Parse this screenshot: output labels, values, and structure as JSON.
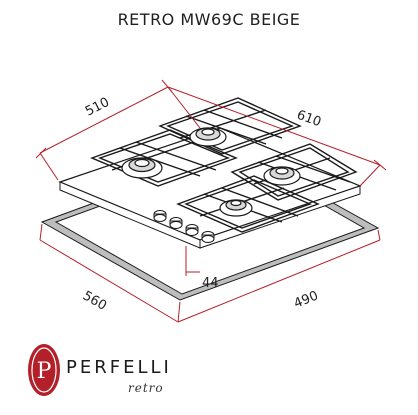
{
  "title": "RETRO MW69C BEIGE",
  "dimensions": {
    "top_left": "510",
    "top_right": "610",
    "cutout_left": "560",
    "cutout_right": "490",
    "edge_offset": "44"
  },
  "brand": {
    "name": "PERFELLI",
    "line": "retro",
    "logo_letter": "P"
  },
  "colors": {
    "dimension_line": "#b3202a",
    "logo_red": "#b3202a",
    "outline": "#1a1a1a",
    "cutout_fill": "#bdbdbd"
  }
}
